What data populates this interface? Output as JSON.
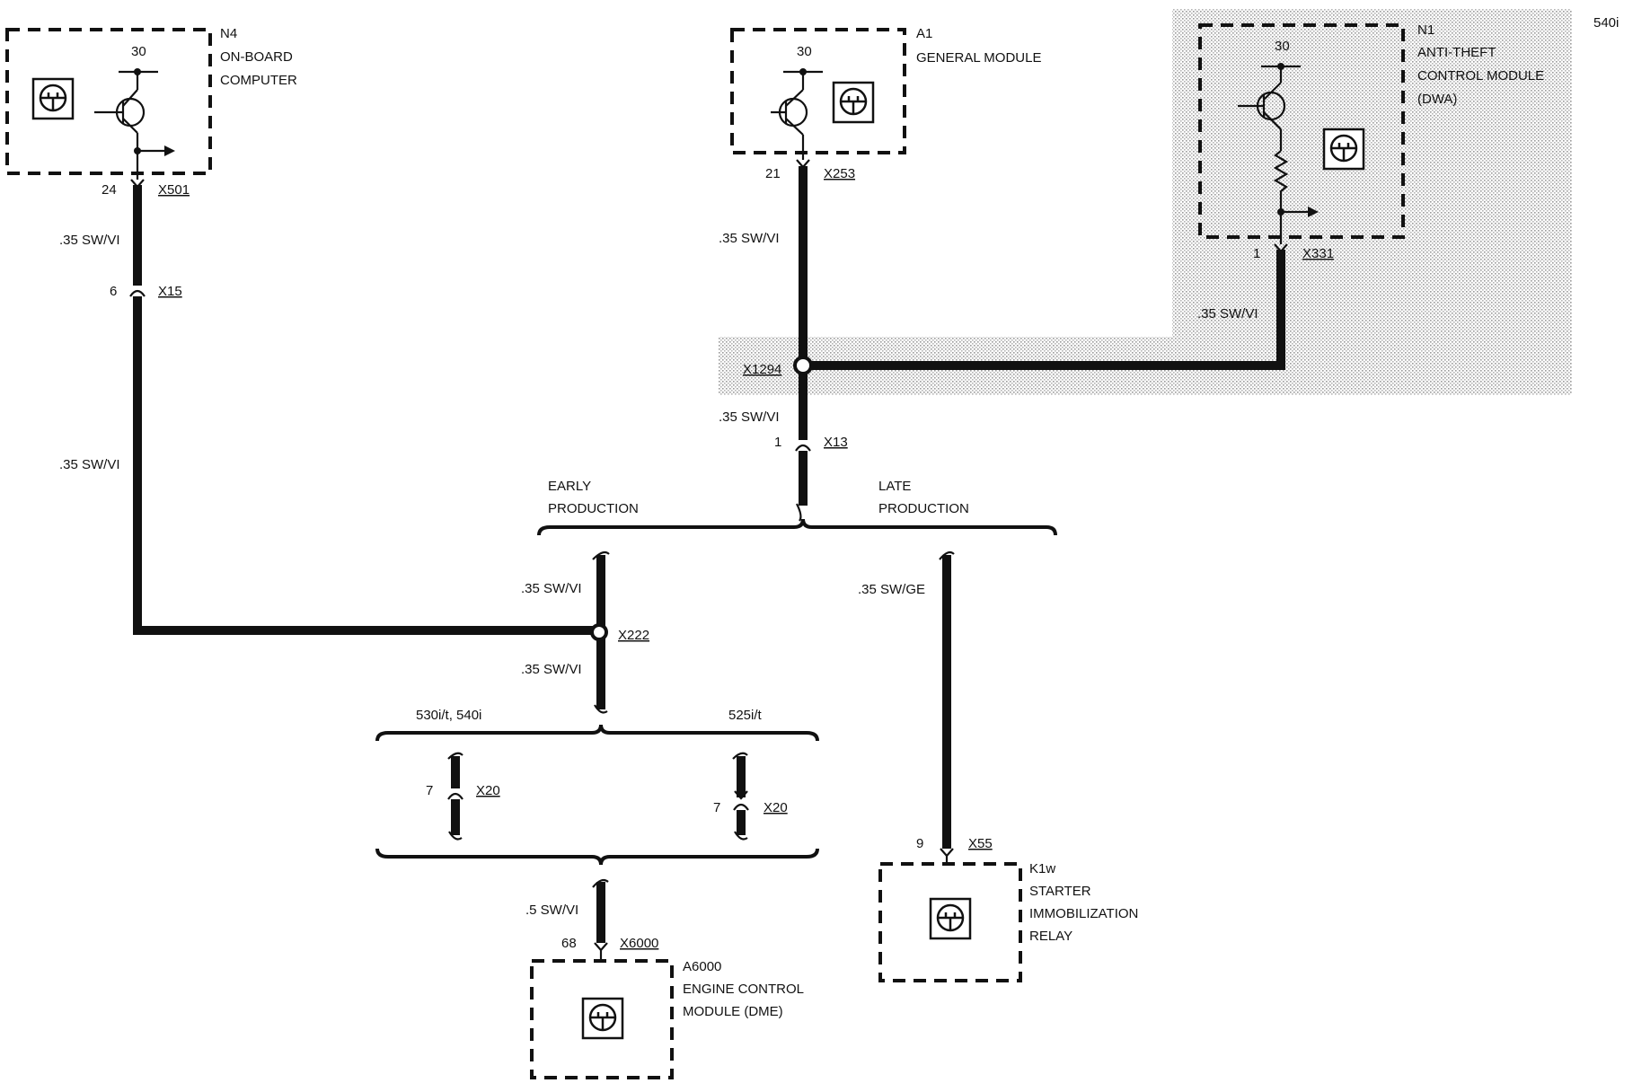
{
  "model_tag": "540i",
  "components": {
    "n4": {
      "code": "N4",
      "line1": "ON-BOARD",
      "line2": "COMPUTER",
      "terminal": "30",
      "pin": "24",
      "connector": "X501"
    },
    "a1": {
      "code": "A1",
      "line1": "GENERAL MODULE",
      "terminal": "30",
      "pin": "21",
      "connector": "X253"
    },
    "n1": {
      "code": "N1",
      "line1": "ANTI-THEFT",
      "line2": "CONTROL MODULE",
      "line3": "(DWA)",
      "terminal": "30",
      "pin": "1",
      "connector": "X331"
    },
    "k1w": {
      "code": "K1w",
      "line1": "STARTER",
      "line2": "IMMOBILIZATION",
      "line3": "RELAY",
      "pin": "9",
      "connector": "X55"
    },
    "a6000": {
      "code": "A6000",
      "line1": "ENGINE CONTROL",
      "line2": "MODULE (DME)",
      "pin": "68",
      "connector": "X6000"
    }
  },
  "wires": {
    "n4_upper": ".35 SW/VI",
    "n4_lower": ".35 SW/VI",
    "a1_upper": ".35 SW/VI",
    "a1_lower": ".35 SW/VI",
    "n1": ".35 SW/VI",
    "early_upper": ".35 SW/VI",
    "early_lower": ".35 SW/VI",
    "late": ".35 SW/GE",
    "dme": ".5 SW/VI"
  },
  "connectors": {
    "x15": {
      "pin": "6",
      "name": "X15"
    },
    "x1294": {
      "name": "X1294"
    },
    "x13": {
      "pin": "1",
      "name": "X13"
    },
    "x222": {
      "name": "X222"
    },
    "x20_left": {
      "pin": "7",
      "name": "X20"
    },
    "x20_right": {
      "pin": "7",
      "name": "X20"
    }
  },
  "branches": {
    "early_line1": "EARLY",
    "early_line2": "PRODUCTION",
    "late_line1": "LATE",
    "late_line2": "PRODUCTION",
    "variant_left": "530i/t, 540i",
    "variant_right": "525i/t"
  },
  "icons": [
    "ground-symbol-icon",
    "transistor-icon",
    "resistor-icon",
    "output-arrow-icon"
  ]
}
